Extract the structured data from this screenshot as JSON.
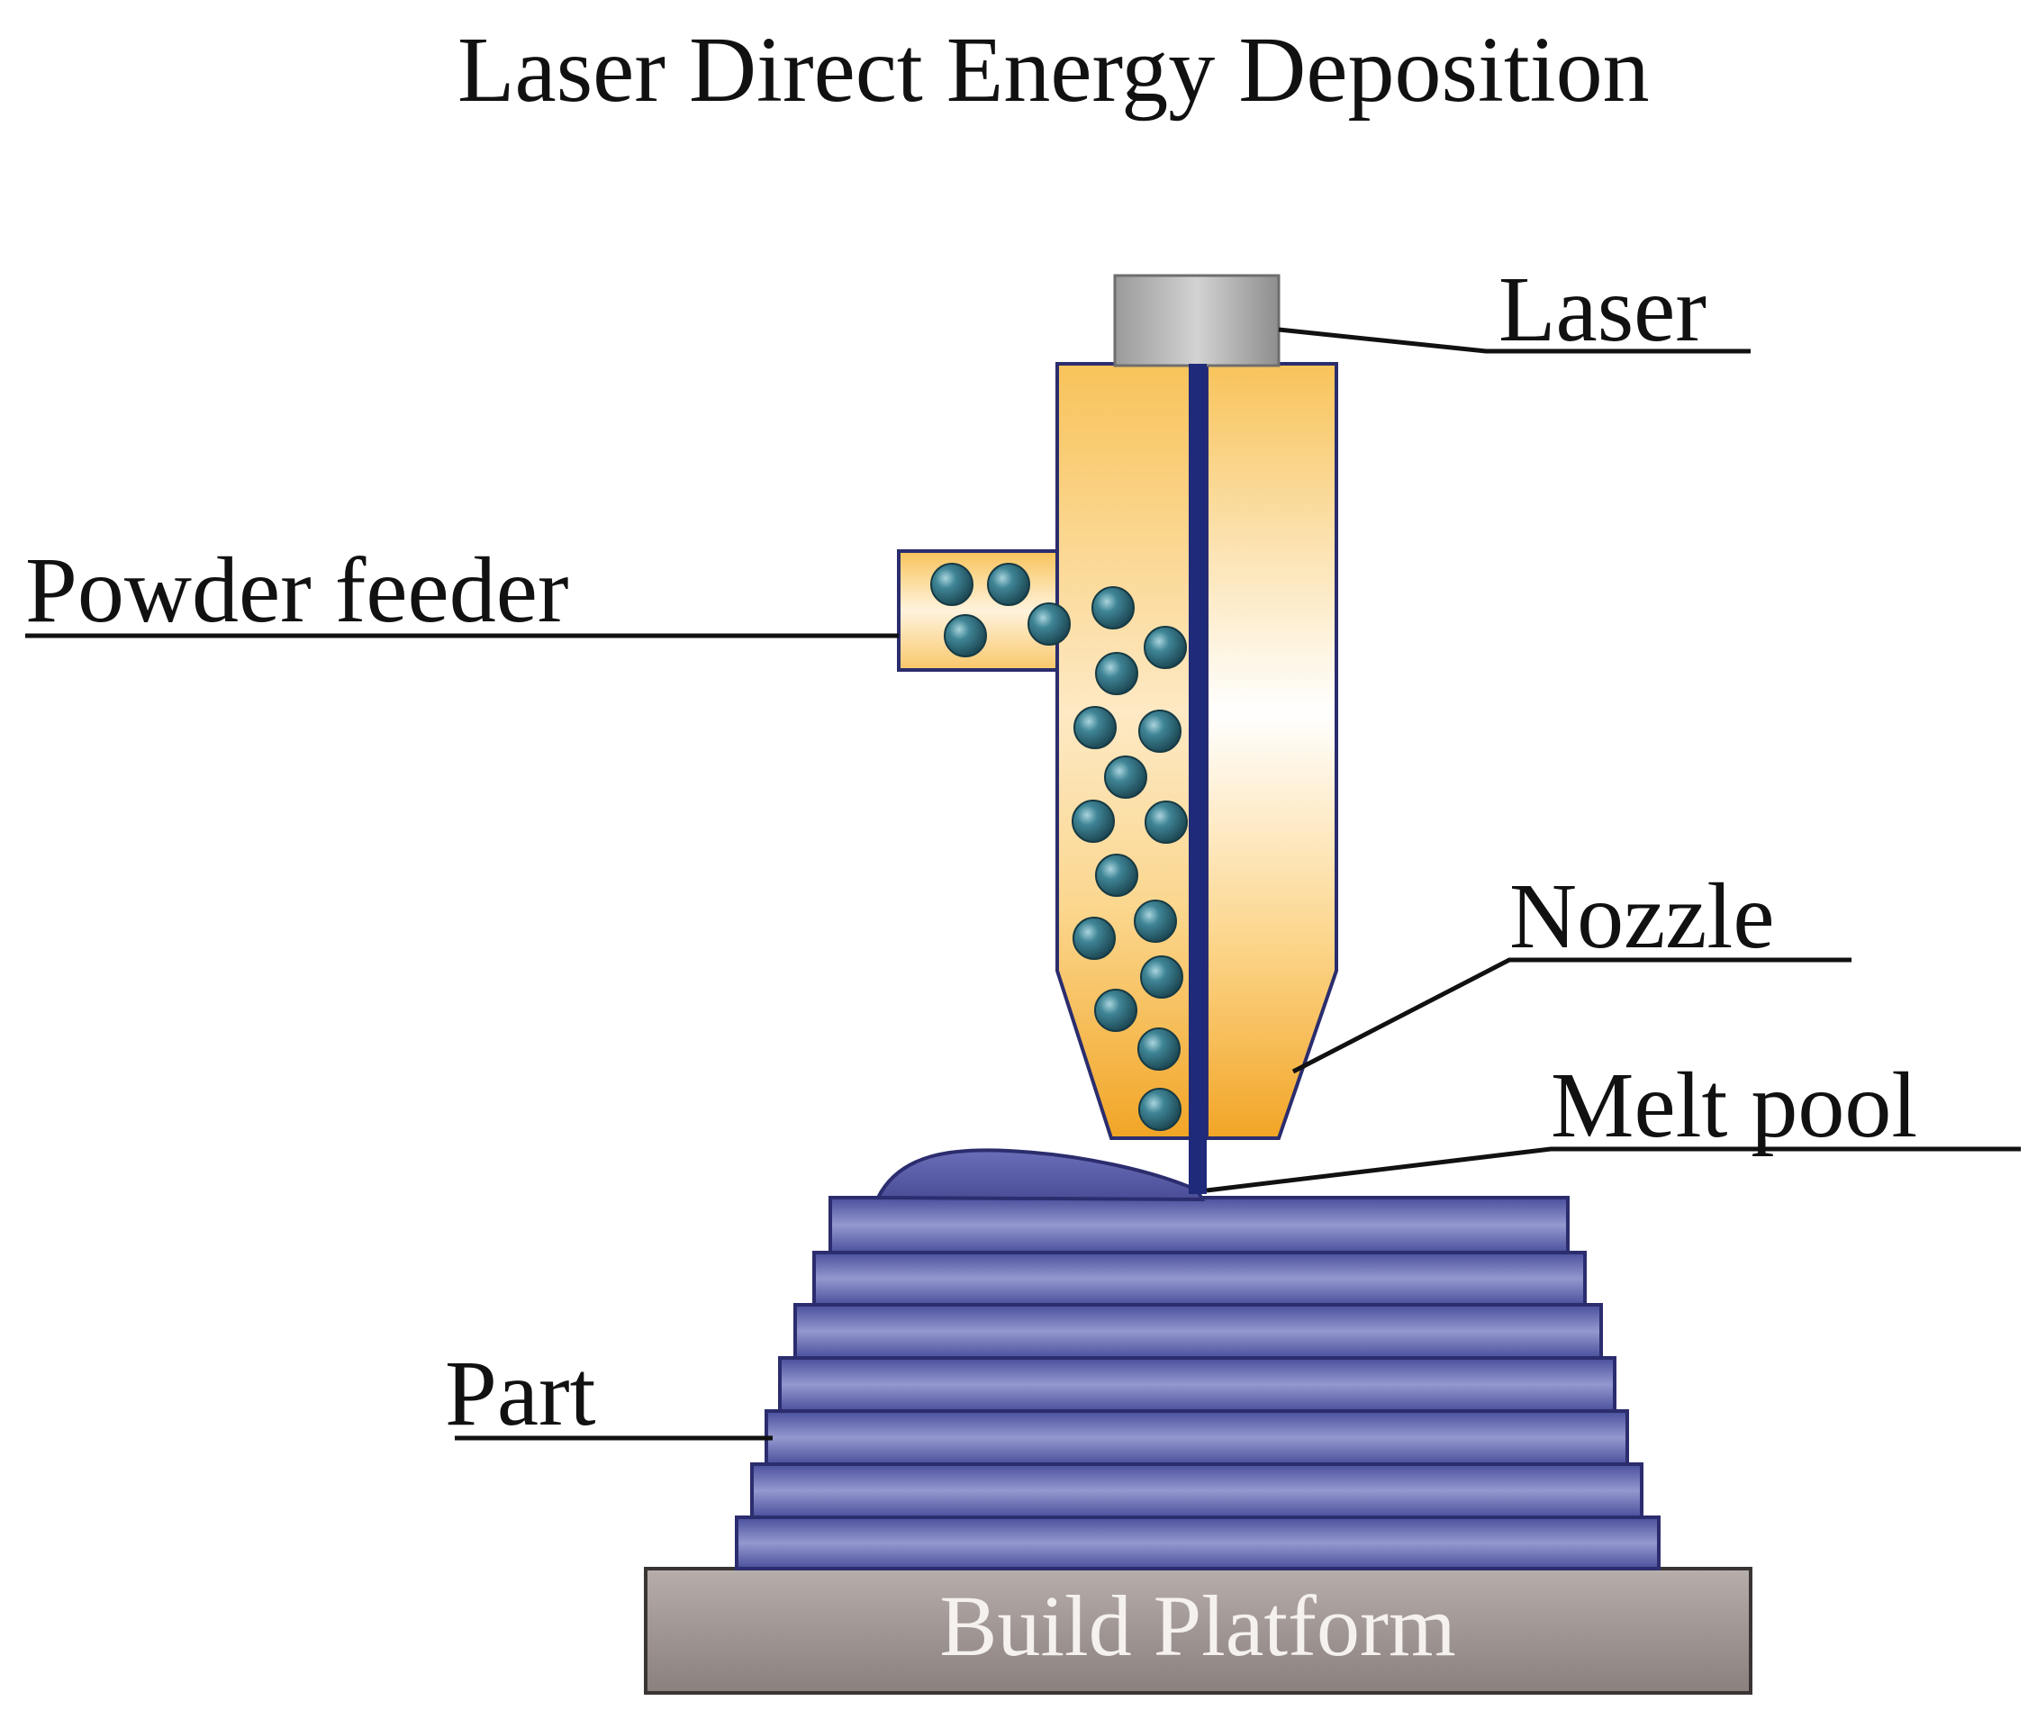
{
  "title": "Laser Direct Energy Deposition",
  "labels": {
    "laser": "Laser",
    "powder_feeder": "Powder feeder",
    "nozzle": "Nozzle",
    "melt_pool": "Melt pool",
    "part": "Part",
    "build_platform": "Build Platform"
  },
  "colors": {
    "nozzle_orange": "#f6b433",
    "nozzle_light": "#fff6e4",
    "laser_beam": "#1f2a7a",
    "powder_particle": "#2f6f80",
    "part_blue": "#5a5fa8",
    "part_stripe": "#8c90c8",
    "melt_pool": "#5456a0",
    "platform": "#9a918e",
    "laser_head": "#a4a4a4"
  }
}
